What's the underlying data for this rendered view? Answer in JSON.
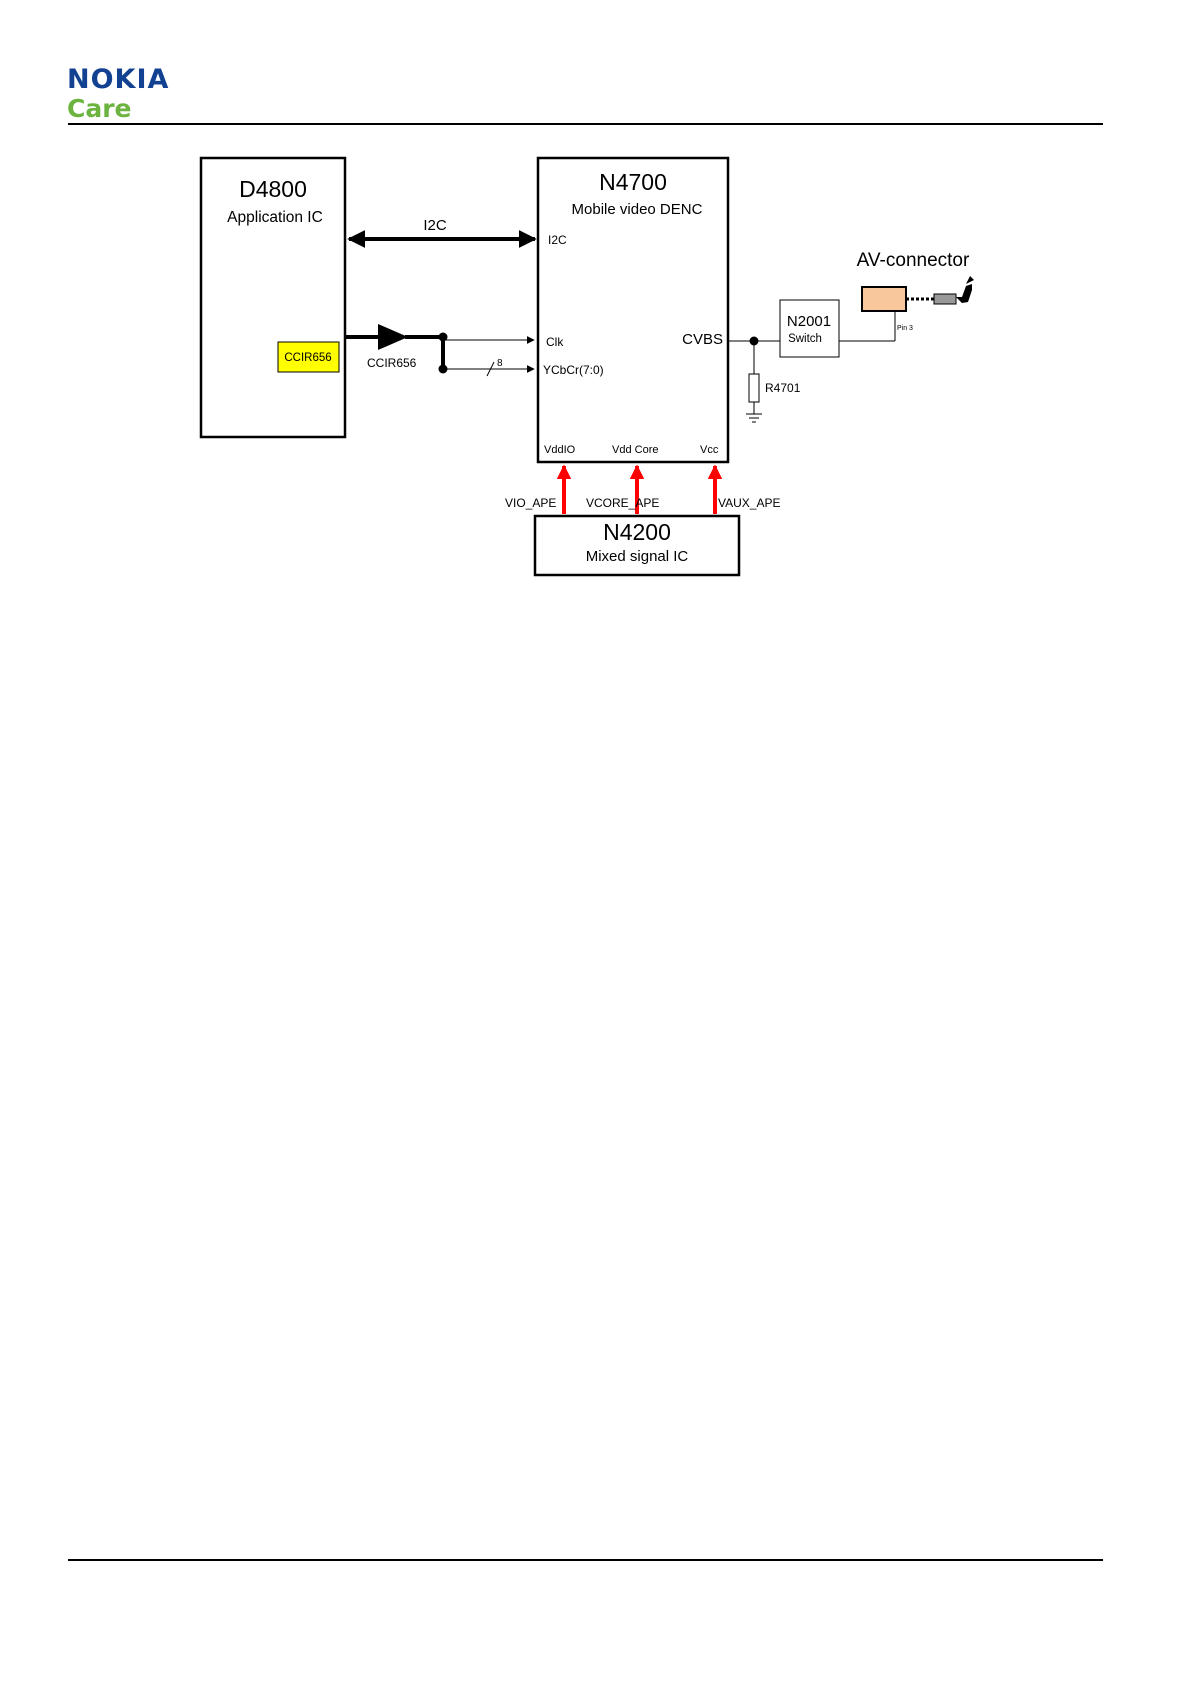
{
  "header": {
    "brand": "NOKIA",
    "sub_brand": "Care"
  },
  "colors": {
    "brand_blue": "#124191",
    "brand_green": "#6cb33f",
    "power_arrow": "#ff0000",
    "ccir_box": "#ffff00",
    "av_connector": "#f8c79b"
  },
  "diagram": {
    "d4800": {
      "id": "D4800",
      "label": "Application IC",
      "ccir": "CCIR656"
    },
    "n4700": {
      "id": "N4700",
      "label": "Mobile video DENC",
      "pins": {
        "i2c": "I2C",
        "clk": "Clk",
        "ycbcr": "YCbCr(7:0)",
        "cvbs": "CVBS",
        "vddio": "VddIO",
        "vddcore": "Vdd Core",
        "vcc": "Vcc"
      }
    },
    "n4200": {
      "id": "N4200",
      "label": "Mixed signal IC"
    },
    "n2001": {
      "id": "N2001",
      "label": "Switch"
    },
    "r4701": {
      "id": "R4701"
    },
    "av_connector": {
      "label": "AV-connector",
      "pin": "Pin 3"
    },
    "signals": {
      "i2c": "I2C",
      "ccir": "CCIR656",
      "bus_width": "8",
      "vio": "VIO_APE",
      "vcore": "VCORE_APE",
      "vaux": "VAUX_APE"
    }
  }
}
